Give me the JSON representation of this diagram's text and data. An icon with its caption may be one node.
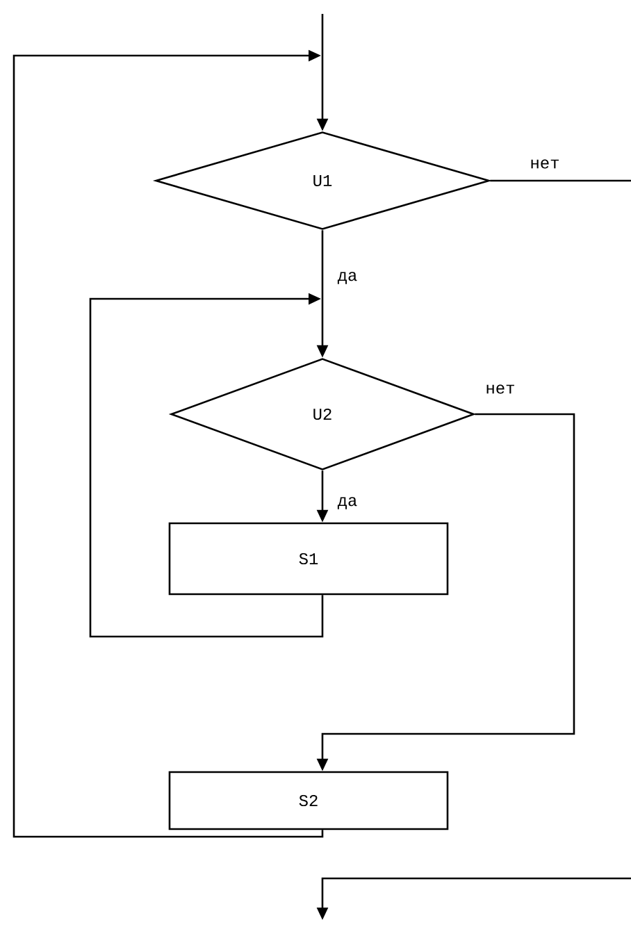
{
  "diagram": {
    "nodes": [
      {
        "text": [
          "U1"
        ]
      },
      {
        "text": [
          "U2"
        ]
      },
      {
        "text": [
          "S1"
        ]
      },
      {
        "text": [
          "S2"
        ]
      }
    ],
    "edges": [
      {
        "from": null,
        "to": 0,
        "arrow": "to"
      },
      {
        "from": 0,
        "to": 1,
        "arrow": "to",
        "label": "да"
      },
      {
        "from": 1,
        "to": 2,
        "arrow": "to",
        "label": "да"
      },
      {
        "from": 2,
        "to": 1,
        "arrow": "to"
      },
      {
        "from": 1,
        "to": 3,
        "arrow": "to",
        "label": "нет"
      },
      {
        "from": 3,
        "to": 0,
        "arrow": "to"
      },
      {
        "from": 0,
        "to": null,
        "arrow": "none",
        "label": "нет"
      }
    ]
  }
}
